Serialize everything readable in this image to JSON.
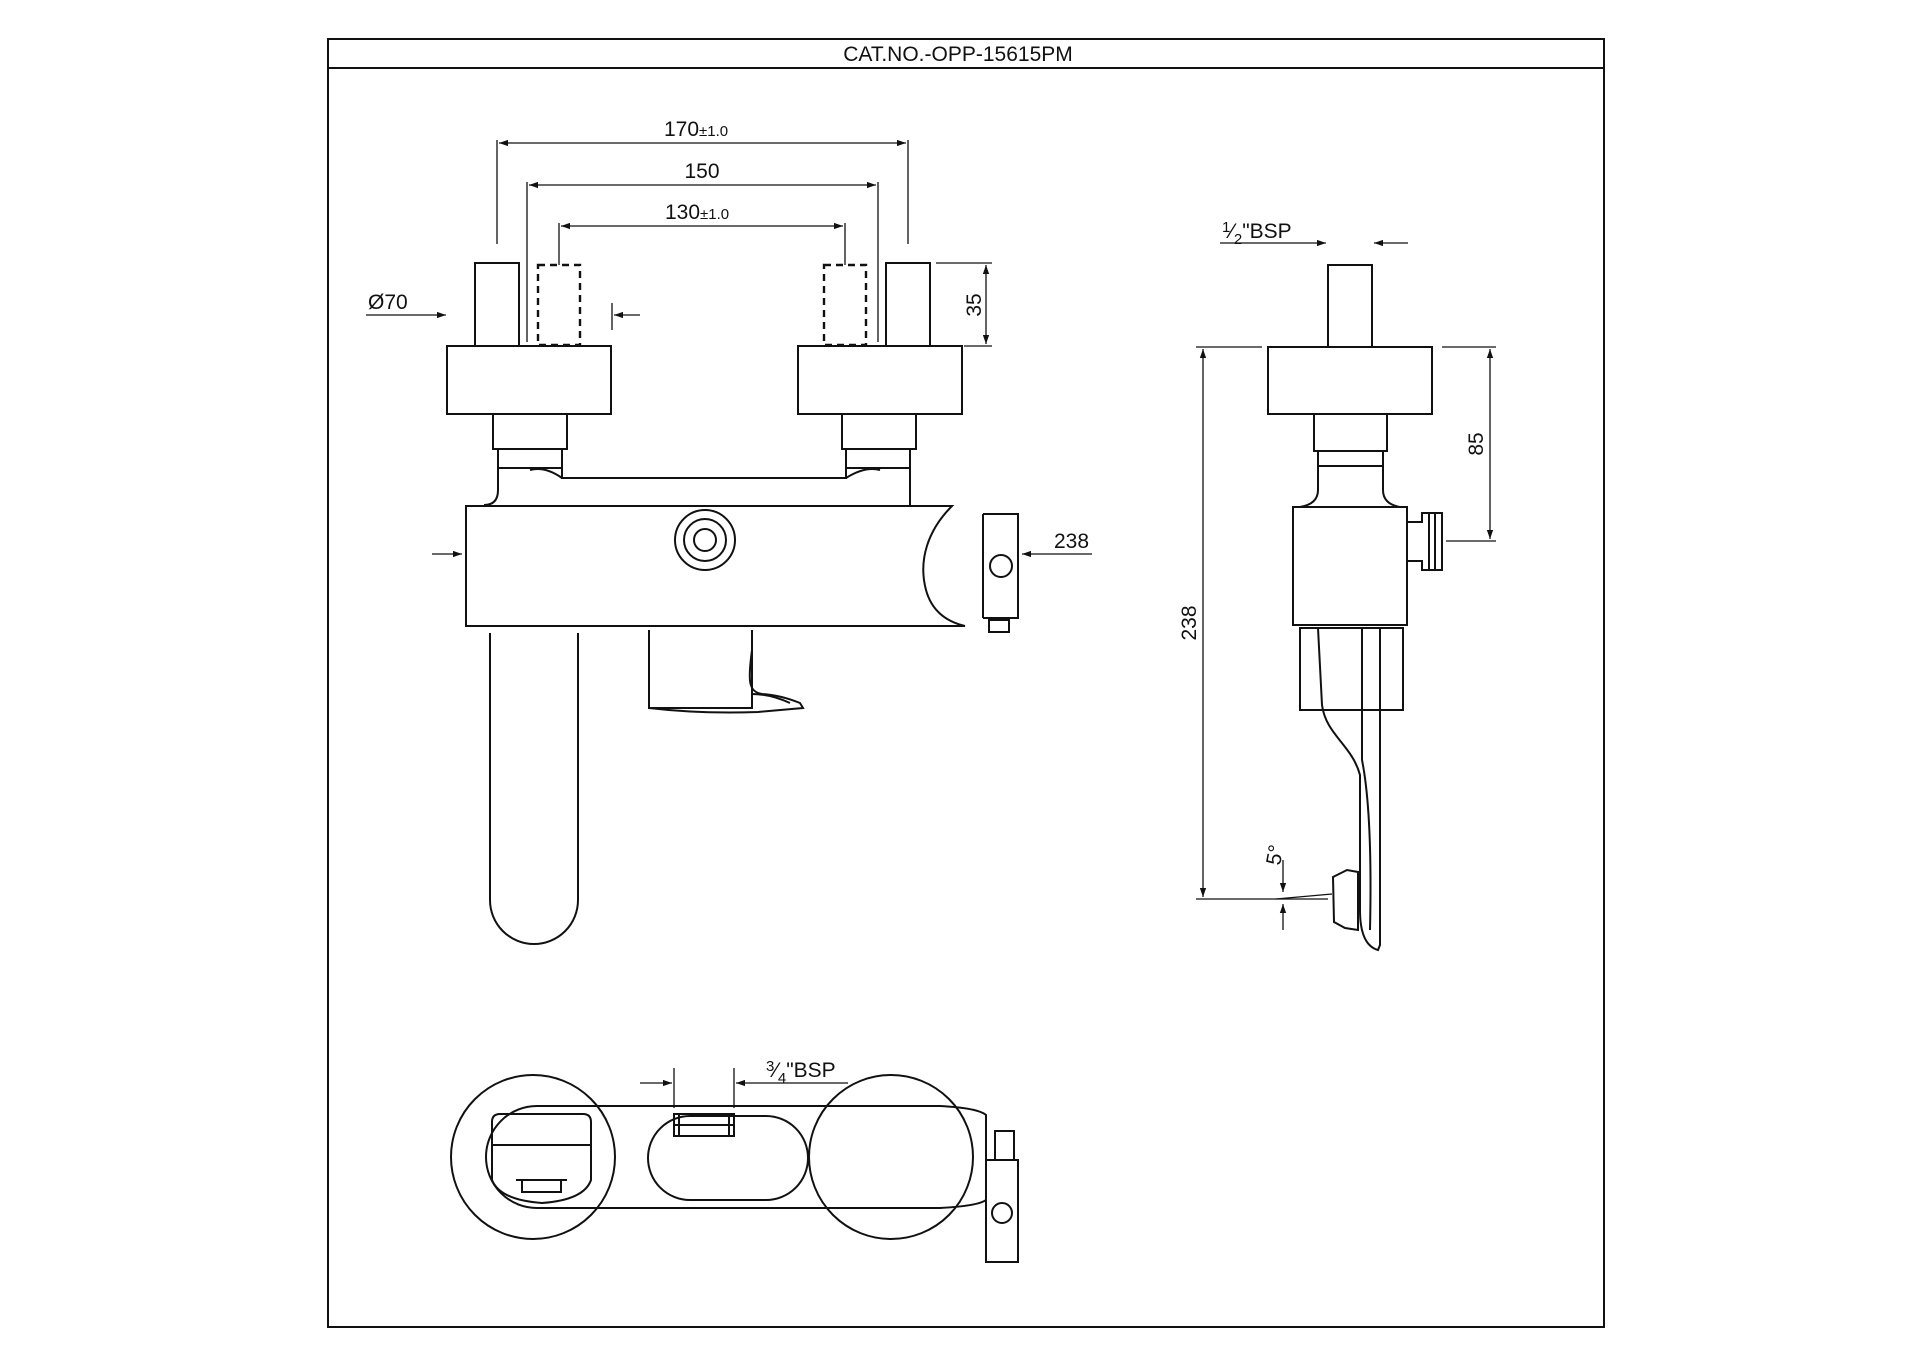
{
  "title": "CAT.NO.-OPP-15615PM",
  "front_view": {
    "dim_170": {
      "value": "170",
      "tol": "±1.0"
    },
    "dim_150": {
      "value": "150"
    },
    "dim_130": {
      "value": "130",
      "tol": "±1.0"
    },
    "dim_dia": "Ø70",
    "dim_35": "35",
    "dim_238": "238"
  },
  "side_view": {
    "bsp": {
      "num": "1",
      "den": "2",
      "label": "\"BSP"
    },
    "dim_85": "85",
    "dim_238": "238",
    "angle": "5°"
  },
  "top_view": {
    "bsp": {
      "num": "3",
      "den": "4",
      "label": "\"BSP"
    }
  }
}
